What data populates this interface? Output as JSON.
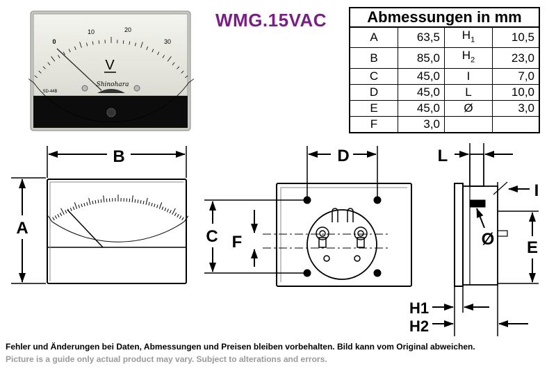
{
  "title": "WMG.15VAC",
  "table": {
    "header": "Abmessungen in mm",
    "rows": [
      [
        "A",
        "63,5",
        "H1",
        "10,5"
      ],
      [
        "B",
        "85,0",
        "H2",
        "23,0"
      ],
      [
        "C",
        "45,0",
        "I",
        "7,0"
      ],
      [
        "D",
        "45,0",
        "L",
        "10,0"
      ],
      [
        "E",
        "45,0",
        "Ø",
        "3,0"
      ],
      [
        "F",
        "3,0",
        "",
        ""
      ]
    ]
  },
  "photo": {
    "scale_labels": [
      "0",
      "10",
      "20",
      "30"
    ],
    "unit": "V",
    "brand": "Shinohara",
    "model": "SD-44B"
  },
  "labels": {
    "A": "A",
    "B": "B",
    "C": "C",
    "D": "D",
    "E": "E",
    "F": "F",
    "L": "L",
    "I": "I",
    "phi": "Ø",
    "H1": "H1",
    "H2": "H2"
  },
  "footer": {
    "de": "Fehler und Änderungen bei Daten, Abmessungen und Preisen bleiben vorbehalten. Bild kann vom Original abweichen.",
    "en": "Picture is a guide only actual product may vary. Subject to alterations and errors."
  },
  "colors": {
    "title": "#7a1e86",
    "footer_en": "#9a9a9a"
  }
}
